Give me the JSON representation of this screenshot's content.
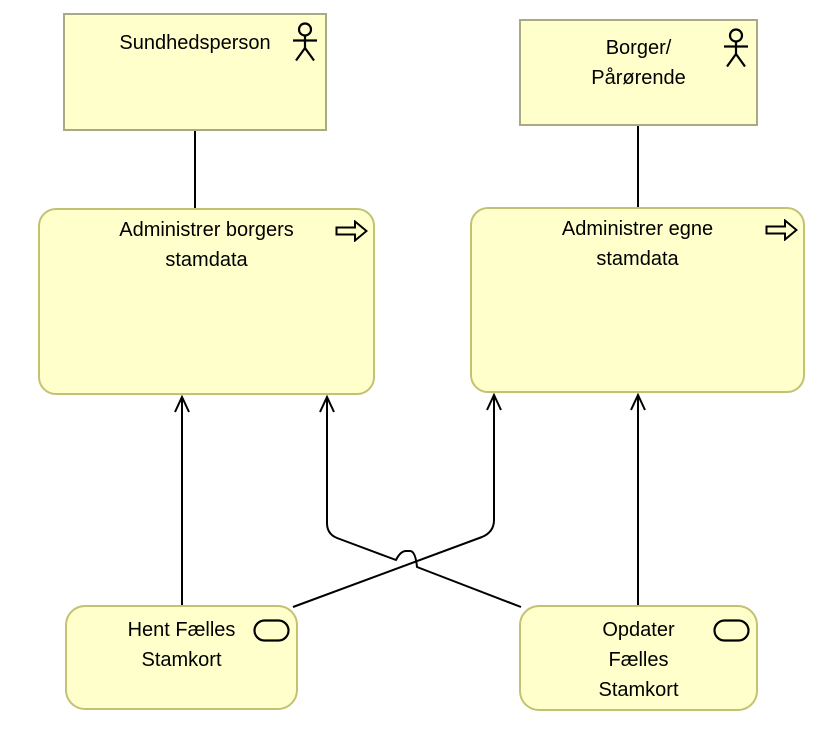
{
  "diagram": {
    "type": "archimate-view",
    "background_color": "#ffffff",
    "element_fill_color": "#ffffcb",
    "actor_border_color": "#a9a982",
    "rounded_border_color": "#c2c272",
    "connector_color": "#000000",
    "text_color": "#000000",
    "elements": {
      "actors": [
        {
          "label": "Sundhedsperson",
          "icon": "business-actor-icon"
        },
        {
          "label": "Borger/\nPårørende",
          "icon": "business-actor-icon"
        }
      ],
      "processes": [
        {
          "label": "Administrer borgers\nstamdata",
          "icon": "business-process-icon"
        },
        {
          "label": "Administrer egne\nstamdata",
          "icon": "business-process-icon"
        }
      ],
      "services": [
        {
          "label": "Hent Fælles\nStamkort",
          "icon": "business-service-icon"
        },
        {
          "label": "Opdater\nFælles\nStamkort",
          "icon": "business-service-icon"
        }
      ]
    },
    "relations": [
      {
        "source": "Sundhedsperson",
        "target": "Administrer borgers stamdata",
        "style": "plain-line"
      },
      {
        "source": "Borger/Pårørende",
        "target": "Administrer egne stamdata",
        "style": "plain-line"
      },
      {
        "source": "Hent Fælles Stamkort",
        "target": "Administrer borgers stamdata",
        "style": "open-arrow"
      },
      {
        "source": "Hent Fælles Stamkort",
        "target": "Administrer egne stamdata",
        "style": "open-arrow"
      },
      {
        "source": "Opdater Fælles Stamkort",
        "target": "Administrer borgers stamdata",
        "style": "open-arrow",
        "line_jump": true
      },
      {
        "source": "Opdater Fælles Stamkort",
        "target": "Administrer egne stamdata",
        "style": "open-arrow"
      }
    ]
  }
}
